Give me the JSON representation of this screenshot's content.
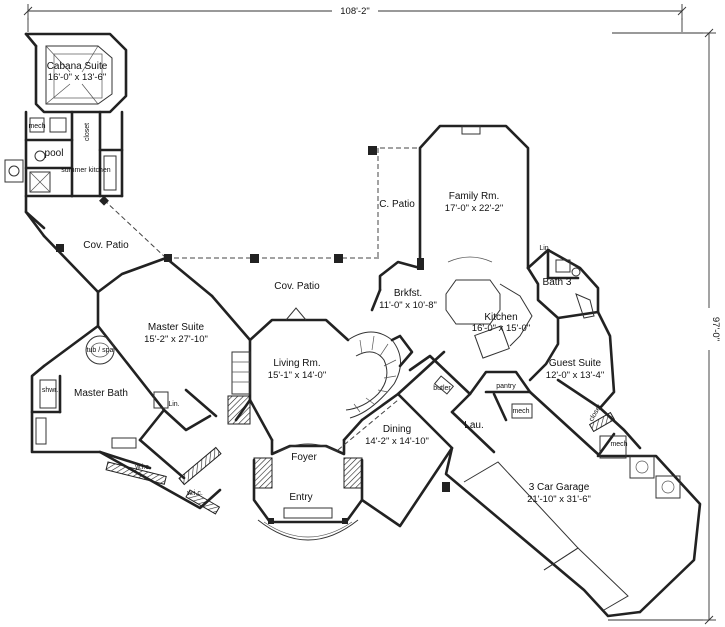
{
  "dimensions": {
    "overall_width": "108'-2\"",
    "overall_depth": "97'-0\""
  },
  "rooms": {
    "cabana_suite": {
      "name": "Cabana Suite",
      "size": "16'-0\" x 13'-6\""
    },
    "pool": {
      "name": "pool"
    },
    "mech_cabana": {
      "name": "mech"
    },
    "closet_cabana": {
      "name": "closet"
    },
    "summer_kitchen": {
      "name": "summer kitchen"
    },
    "cov_patio_left": {
      "name": "Cov. Patio"
    },
    "c_patio": {
      "name": "C. Patio"
    },
    "family_rm": {
      "name": "Family Rm.",
      "size": "17'-0\" x 22'-2\""
    },
    "cov_patio_center": {
      "name": "Cov. Patio"
    },
    "brkfst": {
      "name": "Brkfst.",
      "size": "11'-0\" x 10'-8\""
    },
    "kitchen": {
      "name": "Kitchen",
      "size": "16'-0\" x 15'-0\""
    },
    "lin_top": {
      "name": "Lin."
    },
    "bath3": {
      "name": "Bath 3"
    },
    "guest_suite": {
      "name": "Guest Suite",
      "size": "12'-0\" x 13'-4\""
    },
    "master_suite": {
      "name": "Master Suite",
      "size": "15'-2\" x 27'-10\""
    },
    "tub": {
      "name": "tub / spa"
    },
    "shwr": {
      "name": "shwr."
    },
    "master_bath": {
      "name": "Master Bath"
    },
    "lin_master": {
      "name": "Lin."
    },
    "wic1": {
      "name": "w.i.c."
    },
    "wic2": {
      "name": "w.i.c."
    },
    "living_rm": {
      "name": "Living Rm.",
      "size": "15'-1\" x 14'-0\""
    },
    "foyer": {
      "name": "Foyer"
    },
    "entry": {
      "name": "Entry"
    },
    "dining": {
      "name": "Dining",
      "size": "14'-2\" x 14'-10\""
    },
    "butler": {
      "name": "butler"
    },
    "pantry": {
      "name": "pantry"
    },
    "mech_kitchen": {
      "name": "mech"
    },
    "lau": {
      "name": "Lau."
    },
    "closet_guest": {
      "name": "closet"
    },
    "mech_guest": {
      "name": "mech"
    },
    "garage": {
      "name": "3 Car Garage",
      "size": "21'-10\" x 31'-6\""
    }
  }
}
